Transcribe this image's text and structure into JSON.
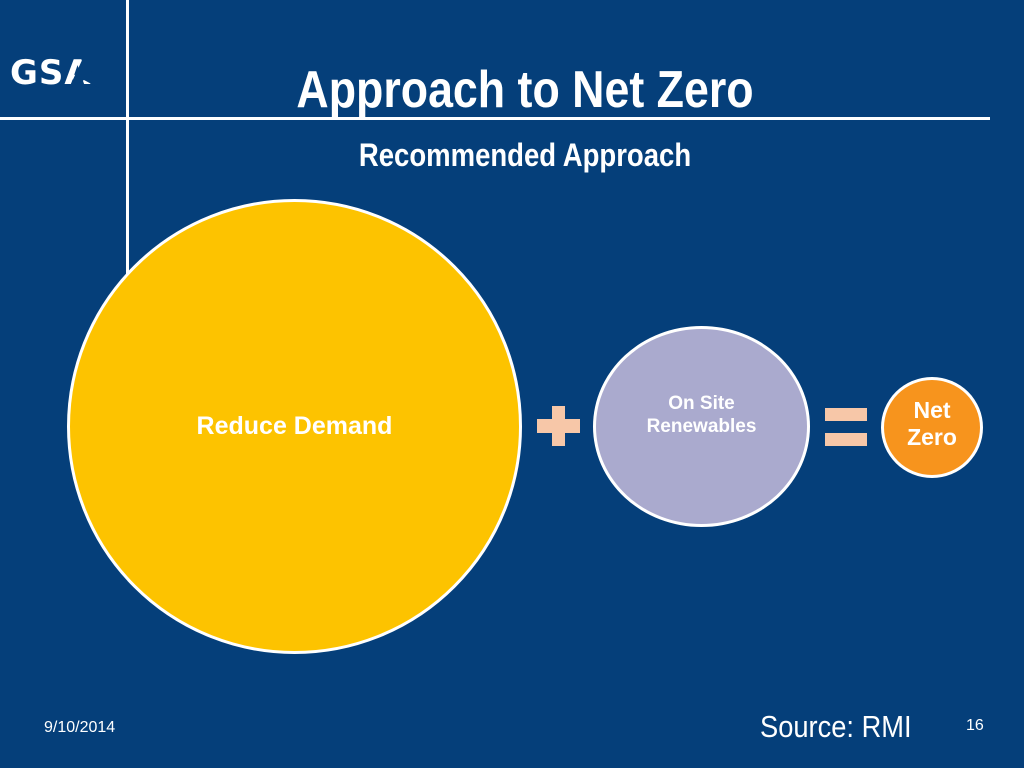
{
  "logo": {
    "text": "GSA"
  },
  "slide": {
    "title": "Approach to Net Zero",
    "subtitle": "Recommended Approach"
  },
  "diagram": {
    "circles": [
      {
        "label": "Reduce Demand",
        "color": "#fdc300"
      },
      {
        "label": "On Site Renewables",
        "color": "#aaaace"
      },
      {
        "label": "Net Zero",
        "color": "#f7941d"
      }
    ],
    "operators": [
      "plus",
      "equals"
    ],
    "operator_color": "#f7c7a8"
  },
  "footer": {
    "date": "9/10/2014",
    "source": "Source: RMI",
    "page_number": "16"
  },
  "colors": {
    "background": "#053f7a",
    "lines": "#ffffff"
  }
}
